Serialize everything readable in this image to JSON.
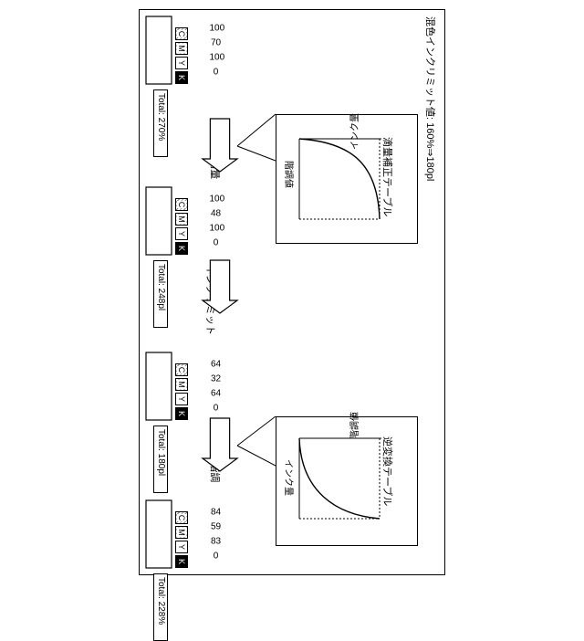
{
  "caption": "混色インクリミット値: 160%⇒180pl",
  "stages": [
    {
      "inks": [
        {
          "key": "C",
          "value": 100
        },
        {
          "key": "M",
          "value": 70
        },
        {
          "key": "Y",
          "value": 100
        },
        {
          "key": "K",
          "value": 0
        }
      ],
      "total": "Total: 270%"
    },
    {
      "inks": [
        {
          "key": "C",
          "value": 100
        },
        {
          "key": "M",
          "value": 48
        },
        {
          "key": "Y",
          "value": 100
        },
        {
          "key": "K",
          "value": 0
        }
      ],
      "total": "Total: 248pl"
    },
    {
      "inks": [
        {
          "key": "C",
          "value": 64
        },
        {
          "key": "M",
          "value": 32
        },
        {
          "key": "Y",
          "value": 64
        },
        {
          "key": "K",
          "value": 0
        }
      ],
      "total": "Total: 180pl"
    },
    {
      "inks": [
        {
          "key": "C",
          "value": 84
        },
        {
          "key": "M",
          "value": 59
        },
        {
          "key": "Y",
          "value": 83
        },
        {
          "key": "K",
          "value": 0
        }
      ],
      "total": "Total: 228%"
    }
  ],
  "arrows": {
    "first": "階調⇒滴量",
    "second_line1": "混色",
    "second_line2": "インクリミット",
    "third": "滴量⇒階調"
  },
  "graph_forward": {
    "title": "滴量補正テーブル",
    "y_axis": "インク量",
    "x_axis": "階調値"
  },
  "graph_inverse": {
    "title": "逆変換テーブル",
    "y_axis": "階調値",
    "x_axis": "インク量"
  }
}
